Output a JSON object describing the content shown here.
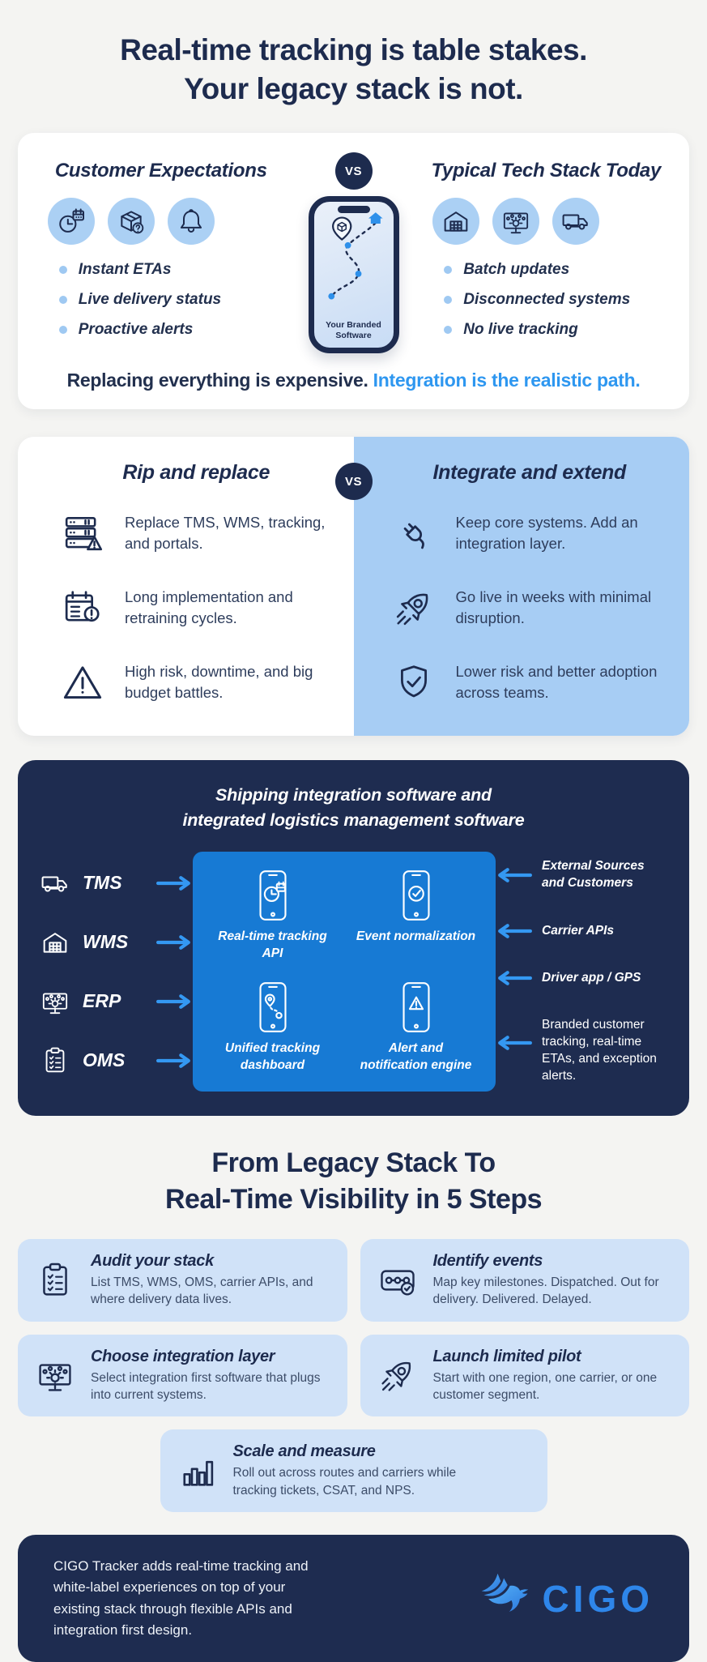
{
  "page": {
    "title": {
      "line1": "Real-time tracking is table stakes.",
      "line2": "Your legacy stack is not."
    }
  },
  "colors": {
    "navy": "#1d2b4e",
    "accent_blue": "#2e97f0",
    "light_blue_panel": "#a7cdf4",
    "icon_circle": "#abd0f4",
    "dark_section_bg": "#1e2c50",
    "core_box_bg": "#177ad4",
    "arrow_blue": "#3498f2",
    "step_card_bg": "#d0e2f8"
  },
  "expectations_card": {
    "left": {
      "heading": "Customer Expectations",
      "icons": [
        "clock-calendar",
        "package-question",
        "bell"
      ],
      "bullets": [
        "Instant ETAs",
        "Live delivery status",
        "Proactive alerts"
      ]
    },
    "vs": "VS",
    "phone": {
      "label": "Your Branded Software"
    },
    "right": {
      "heading": "Typical Tech Stack Today",
      "icons": [
        "warehouse",
        "connected-systems",
        "truck"
      ],
      "bullets": [
        "Batch updates",
        "Disconnected systems",
        "No live tracking"
      ]
    },
    "caption": {
      "dark": "Replacing everything is expensive.",
      "blue": "Integration is the realistic path."
    }
  },
  "compare_card": {
    "vs": "VS",
    "left": {
      "heading": "Rip and replace",
      "items": [
        {
          "icon": "server-warning",
          "text": "Replace TMS, WMS, tracking, and portals."
        },
        {
          "icon": "calendar-warning",
          "text": "Long implementation and retraining cycles."
        },
        {
          "icon": "warning-triangle",
          "text": "High risk, downtime, and big budget battles."
        }
      ]
    },
    "right": {
      "heading": "Integrate and extend",
      "items": [
        {
          "icon": "plug",
          "text": "Keep core systems. Add an integration layer."
        },
        {
          "icon": "rocket",
          "text": "Go live in weeks with minimal disruption."
        },
        {
          "icon": "shield-check",
          "text": "Lower risk and better adoption across teams."
        }
      ]
    }
  },
  "integration_diagram": {
    "title": {
      "line1": "Shipping integration software and",
      "line2": "integrated logistics management software"
    },
    "systems": [
      {
        "icon": "truck",
        "label": "TMS"
      },
      {
        "icon": "warehouse",
        "label": "WMS"
      },
      {
        "icon": "connected-systems",
        "label": "ERP"
      },
      {
        "icon": "clipboard",
        "label": "OMS"
      }
    ],
    "core_modules": [
      {
        "icon": "phone-clock",
        "label": "Real-time tracking API"
      },
      {
        "icon": "phone-check",
        "label": "Event normalization"
      },
      {
        "icon": "phone-route",
        "label": "Unified tracking dashboard"
      },
      {
        "icon": "phone-alert",
        "label": "Alert and notification engine"
      }
    ],
    "outputs": [
      {
        "label": "External Sources and Customers",
        "emphasis": true
      },
      {
        "label": "Carrier APIs",
        "emphasis": true
      },
      {
        "label": "Driver app / GPS",
        "emphasis": true
      },
      {
        "label": "Branded customer tracking, real-time ETAs, and exception alerts.",
        "emphasis": false
      }
    ]
  },
  "steps_section": {
    "title": {
      "line1": "From Legacy Stack To",
      "line2": "Real-Time Visibility in 5 Steps"
    },
    "steps": [
      {
        "icon": "clipboard-check",
        "title": "Audit your stack",
        "desc": "List TMS, WMS, OMS, carrier APIs, and where delivery data lives."
      },
      {
        "icon": "milestones",
        "title": "Identify events",
        "desc": "Map key milestones. Dispatched. Out for delivery. Delivered. Delayed."
      },
      {
        "icon": "connected-systems",
        "title": "Choose integration layer",
        "desc": "Select integration first software that plugs into current systems."
      },
      {
        "icon": "rocket",
        "title": "Launch limited pilot",
        "desc": "Start with one region, one carrier, or one customer segment."
      },
      {
        "icon": "bar-chart",
        "title": "Scale and measure",
        "desc": "Roll out across routes and carriers while tracking tickets, CSAT, and NPS."
      }
    ]
  },
  "footer": {
    "text": "CIGO Tracker adds real-time tracking and white-label experiences on top of your existing stack through flexible APIs and integration first design.",
    "logo_text": "CIGO"
  }
}
